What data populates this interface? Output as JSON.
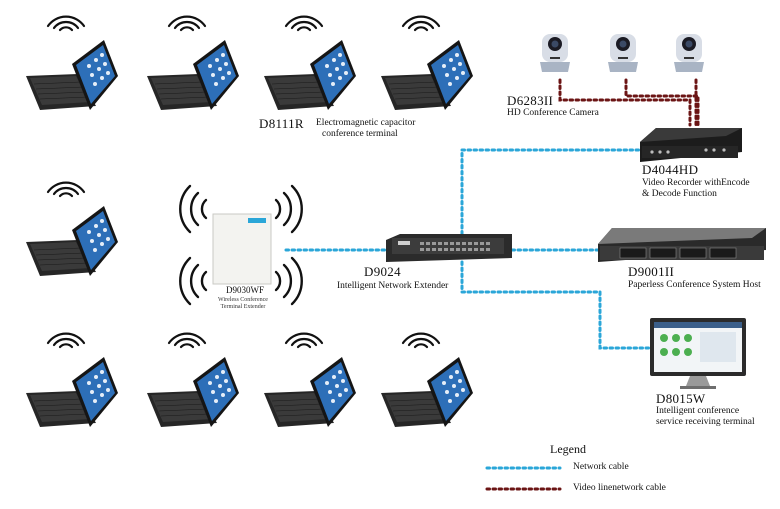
{
  "devices": {
    "terminal": {
      "model": "D8111R",
      "desc_line1": "Electromagnetic capacitor",
      "desc_line2": "conference terminal"
    },
    "extender_wifi": {
      "model": "D9030WF",
      "desc_line1": "Wireless Conference",
      "desc_line2": "Terminal Extender"
    },
    "switch": {
      "model": "D9024",
      "desc": "Intelligent Network Extender"
    },
    "camera": {
      "model": "D6283II",
      "desc": "HD Conference Camera"
    },
    "recorder": {
      "model": "D4044HD",
      "desc_line1": "Video Recorder withEncode",
      "desc_line2": "& Decode Function"
    },
    "host": {
      "model": "D9001II",
      "desc": "Paperless Conference System Host"
    },
    "monitor": {
      "model": "D8015W",
      "desc_line1": "Intelligent  conference",
      "desc_line2": "service receiving terminal"
    }
  },
  "legend": {
    "title": "Legend",
    "network": "Network cable",
    "video": "Video linenetwork cable"
  },
  "colors": {
    "network": "#2aa6d8",
    "video": "#6b1414"
  },
  "icons": {
    "terminal": "laptop-tablet-icon",
    "wifi": "wifi-signal-icon",
    "camera": "ptz-camera-icon"
  }
}
